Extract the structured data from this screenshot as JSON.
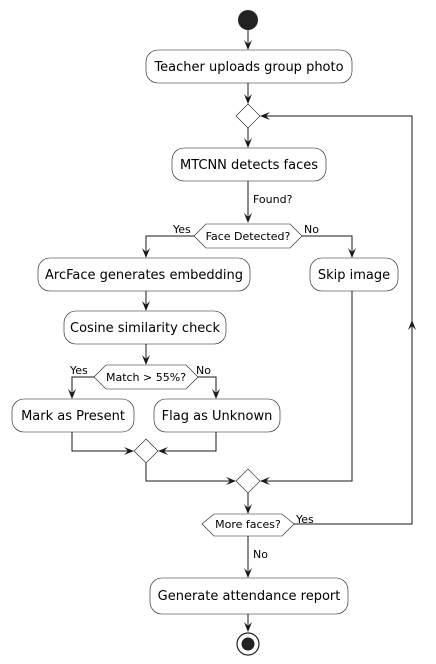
{
  "nodes": {
    "upload": "Teacher uploads group photo",
    "mtcnn": "MTCNN detects faces",
    "arcface": "ArcFace generates embedding",
    "cosine": "Cosine similarity check",
    "present": "Mark as Present",
    "unknown": "Flag as Unknown",
    "skip": "Skip image",
    "report": "Generate attendance report"
  },
  "decisions": {
    "face_detected": "Face Detected?",
    "match": "Match > 55%?",
    "more_faces": "More faces?"
  },
  "edge_labels": {
    "found": "Found?",
    "face_yes": "Yes",
    "face_no": "No",
    "match_yes": "Yes",
    "match_no": "No",
    "more_yes": "Yes",
    "more_no": "No"
  },
  "colors": {
    "stroke": "#181818",
    "fill": "#ffffff",
    "text": "#000000"
  }
}
